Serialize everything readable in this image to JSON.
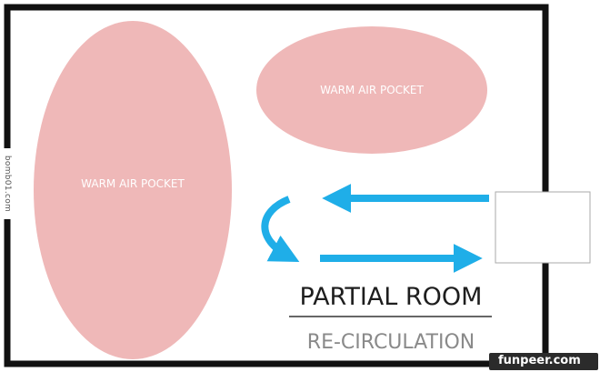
{
  "labels": {
    "left_pocket": "WARM AIR POCKET",
    "top_pocket": "WARM AIR POCKET",
    "title": "PARTIAL ROOM",
    "subtitle": "RE-CIRCULATION"
  },
  "watermarks": {
    "side": "bomb01.com",
    "corner": "funpeer.com"
  },
  "colors": {
    "pocket_fill": "#efb8b8",
    "arrow": "#1faee8",
    "room_border": "#111111",
    "title_text": "#1e1e1e",
    "subtitle_text": "#8a8a8a",
    "pocket_text": "#ffffff"
  }
}
